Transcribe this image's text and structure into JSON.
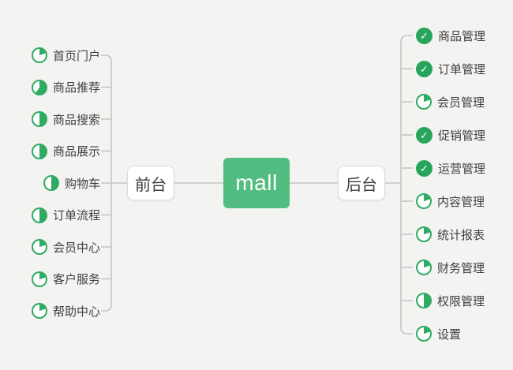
{
  "canvas": {
    "background": "#f3f3f1",
    "line_color": "#c6c6c4"
  },
  "root": {
    "label": "mall",
    "background": "#52bd81",
    "text_color": "#ffffff"
  },
  "icons": {
    "check_glyph": "✓",
    "pie_color": "#2fab63",
    "check_bg": "#27a55c"
  },
  "branches": [
    {
      "label": "前台",
      "side": "left",
      "items": [
        {
          "label": "首页门户",
          "icon": "pie",
          "percent": 20
        },
        {
          "label": "商品推荐",
          "icon": "pie",
          "percent": 60
        },
        {
          "label": "商品搜索",
          "icon": "pie",
          "percent": 50
        },
        {
          "label": "商品展示",
          "icon": "pie",
          "percent": 50
        },
        {
          "label": "购物车",
          "icon": "pie",
          "percent": 50
        },
        {
          "label": "订单流程",
          "icon": "pie",
          "percent": 50
        },
        {
          "label": "会员中心",
          "icon": "pie",
          "percent": 20
        },
        {
          "label": "客户服务",
          "icon": "pie",
          "percent": 20
        },
        {
          "label": "帮助中心",
          "icon": "pie",
          "percent": 20
        }
      ]
    },
    {
      "label": "后台",
      "side": "right",
      "items": [
        {
          "label": "商品管理",
          "icon": "check"
        },
        {
          "label": "订单管理",
          "icon": "check"
        },
        {
          "label": "会员管理",
          "icon": "pie",
          "percent": 20
        },
        {
          "label": "促销管理",
          "icon": "check"
        },
        {
          "label": "运营管理",
          "icon": "check"
        },
        {
          "label": "内容管理",
          "icon": "pie",
          "percent": 20
        },
        {
          "label": "统计报表",
          "icon": "pie",
          "percent": 20
        },
        {
          "label": "财务管理",
          "icon": "pie",
          "percent": 20
        },
        {
          "label": "权限管理",
          "icon": "pie",
          "percent": 50
        },
        {
          "label": "设置",
          "icon": "pie",
          "percent": 20
        }
      ]
    }
  ]
}
